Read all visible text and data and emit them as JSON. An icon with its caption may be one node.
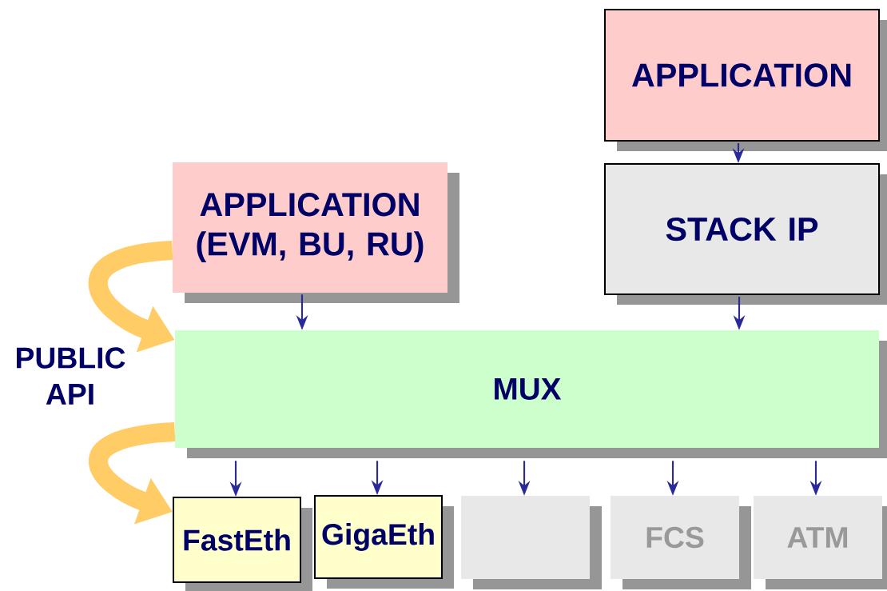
{
  "diagram": {
    "nodes": [
      {
        "text": [
          "APPLICATION"
        ]
      },
      {
        "text": [
          "STACK IP"
        ]
      },
      {
        "text": [
          "APPLICATION (EVM, BU, RU)"
        ]
      },
      {
        "text": [
          "MUX"
        ]
      },
      {
        "text": [
          "FastEth"
        ]
      },
      {
        "text": [
          "GigaEth"
        ]
      },
      {
        "text": [],
        "shape": "box"
      },
      {
        "text": [
          "FCS"
        ]
      },
      {
        "text": [
          "ATM"
        ]
      }
    ],
    "edges": [
      {
        "from": 0,
        "to": 1,
        "arrow": "to"
      },
      {
        "from": 2,
        "to": 3,
        "arrow": "to"
      },
      {
        "from": 1,
        "to": 3,
        "arrow": "to"
      },
      {
        "from": 3,
        "to": 4,
        "arrow": "to"
      },
      {
        "from": 3,
        "to": 5,
        "arrow": "to"
      },
      {
        "from": 3,
        "to": 6,
        "arrow": "to"
      },
      {
        "from": 3,
        "to": 7,
        "arrow": "to"
      },
      {
        "from": 3,
        "to": 8,
        "arrow": "to"
      },
      {
        "from": 2,
        "to": 3,
        "arrow": "to",
        "style": "thick",
        "color": "#ffcc66"
      },
      {
        "from": 3,
        "to": 4,
        "arrow": "to",
        "style": "thick",
        "color": "#ffcc66"
      }
    ],
    "labels": [
      "PUBLIC API"
    ]
  }
}
